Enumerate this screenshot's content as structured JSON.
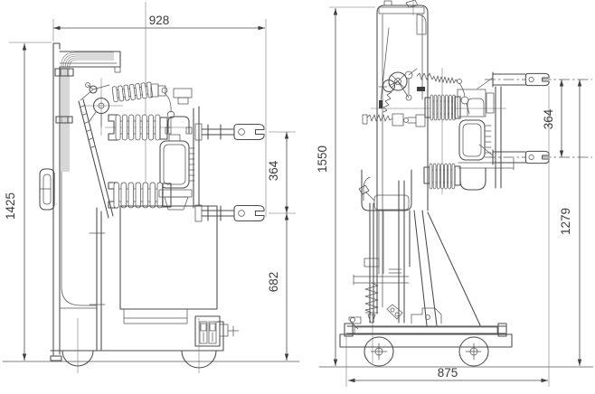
{
  "canvas": {
    "background": "#ffffff",
    "line_color": "#4a4a4a",
    "dim_text_color": "#3b3b3b"
  },
  "views": {
    "front": {
      "dims": {
        "width": "928",
        "height": "1425",
        "contact_spacing": "364",
        "lower_contact_height": "682"
      }
    },
    "side": {
      "dims": {
        "height": "1550",
        "contact_spacing": "364",
        "upper_contact_height": "1279",
        "base_width": "875"
      }
    }
  }
}
